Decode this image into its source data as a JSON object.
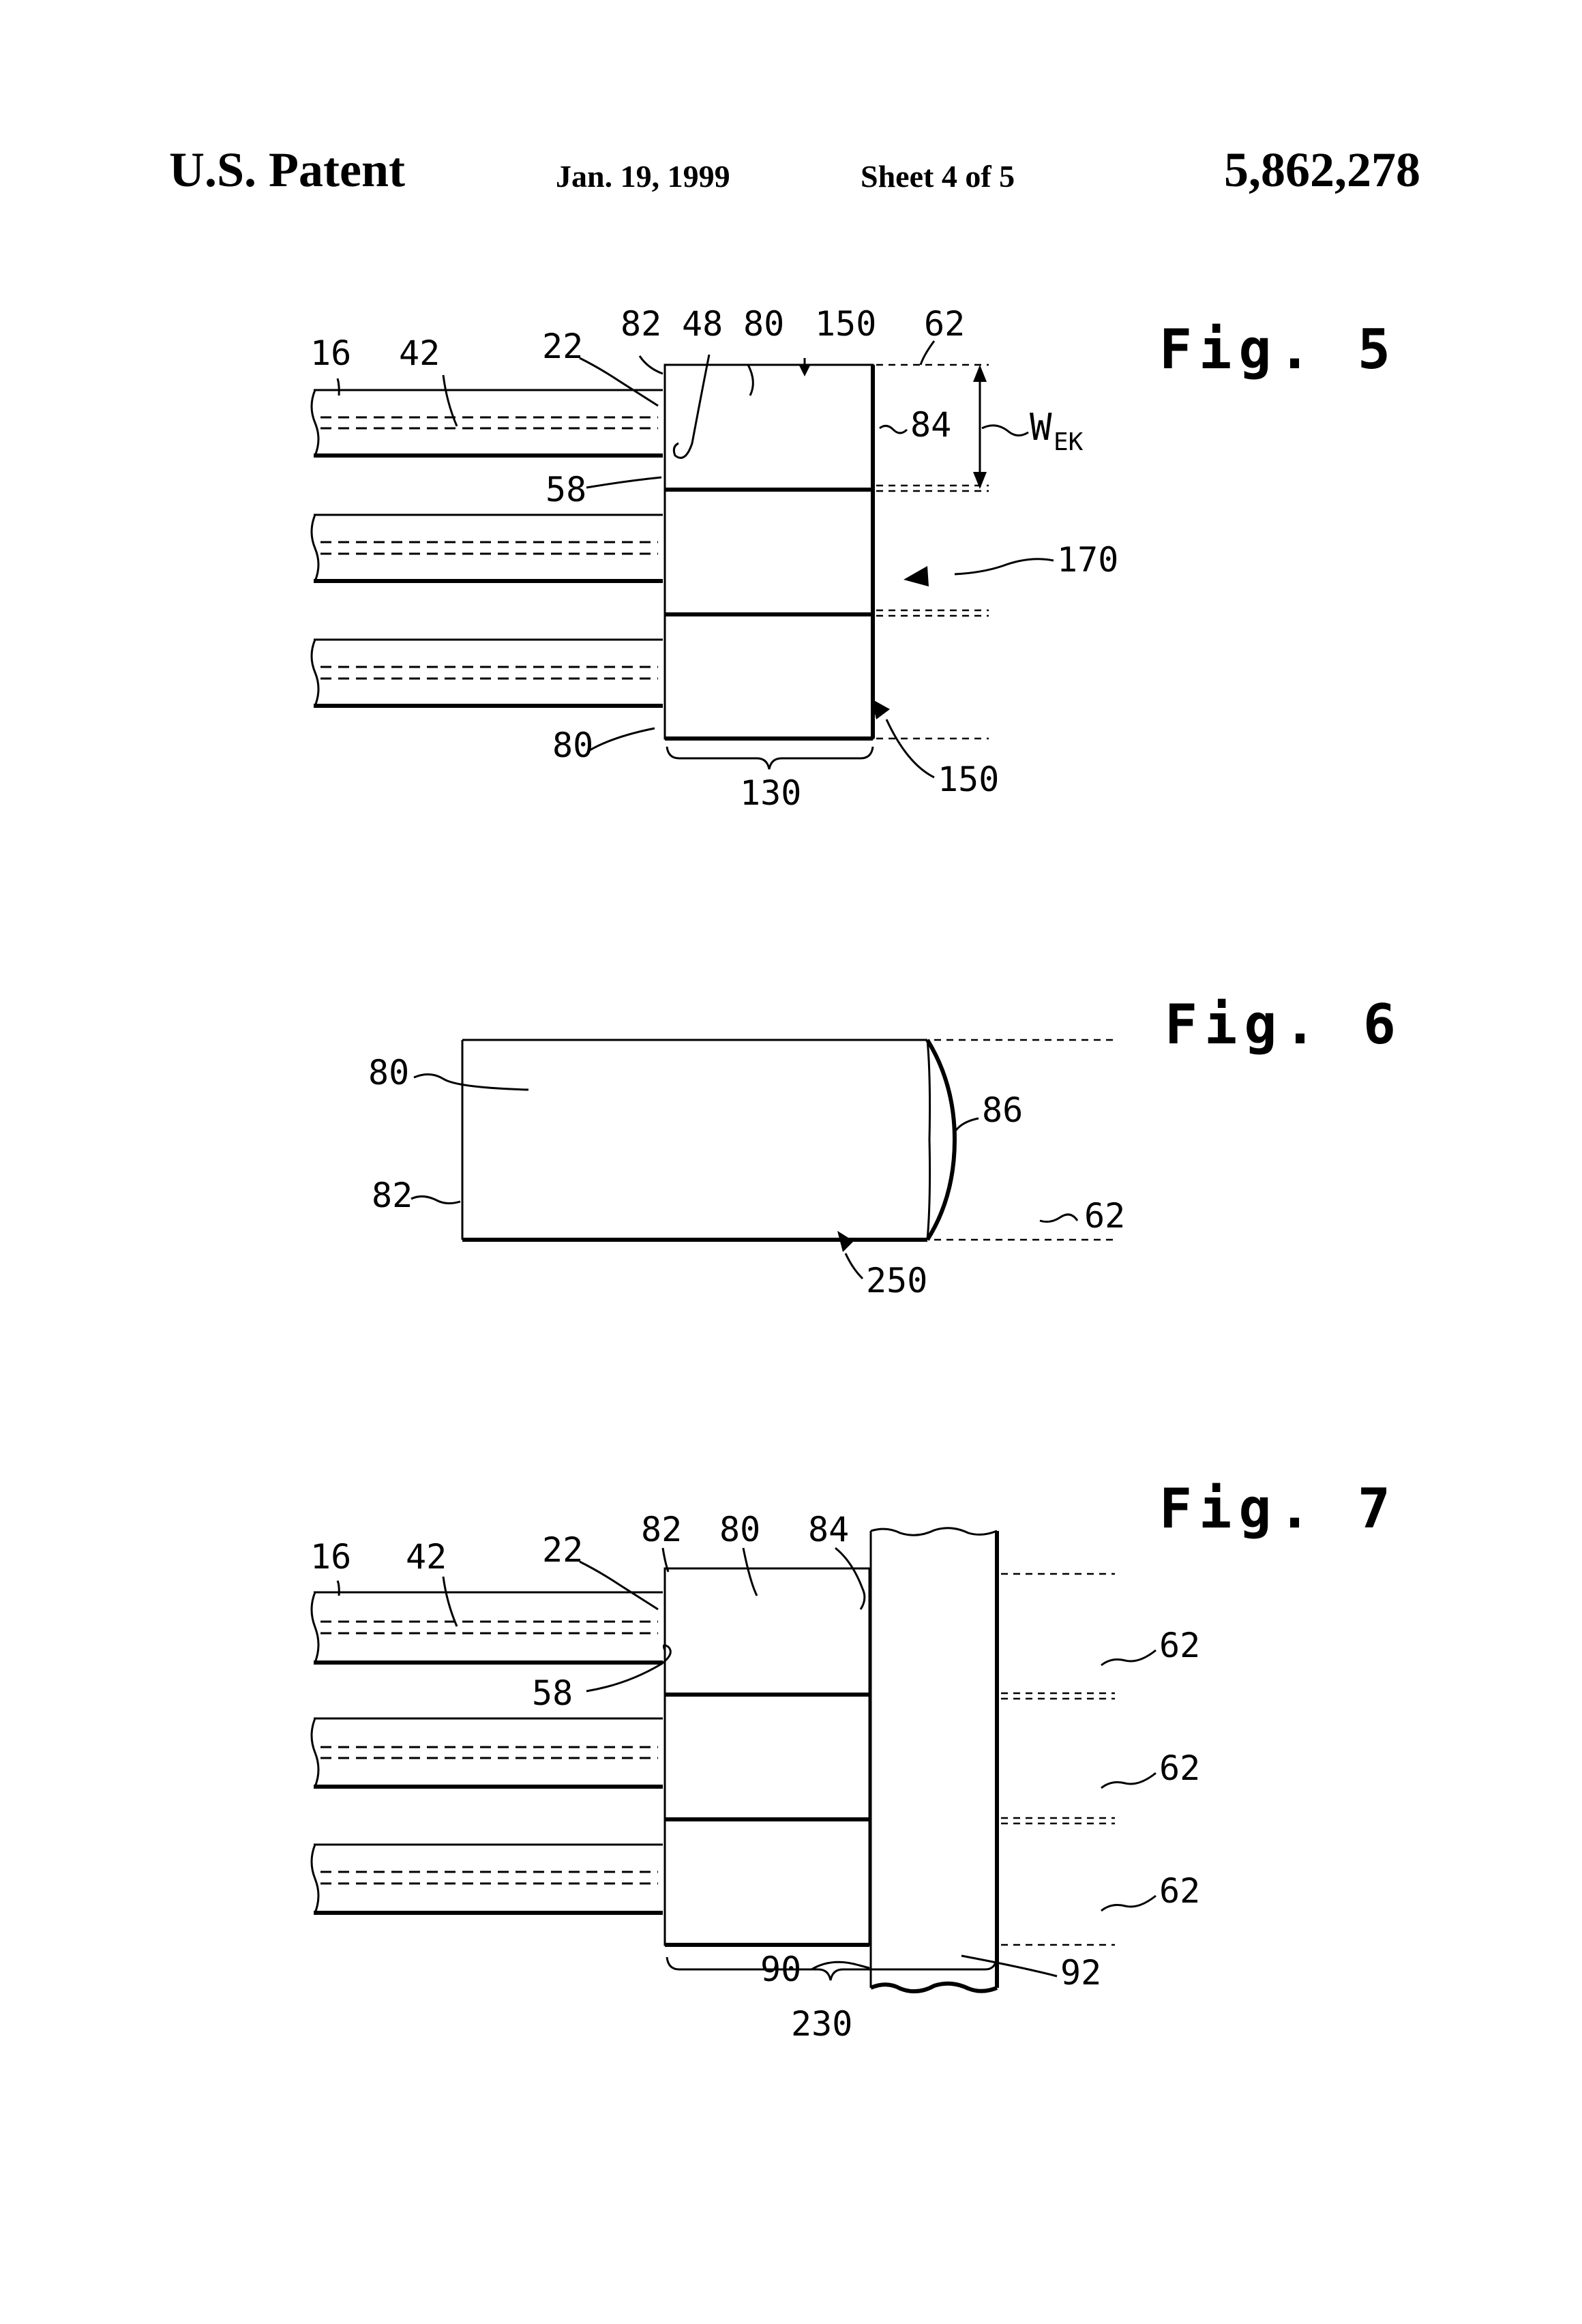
{
  "header": {
    "left": "U.S. Patent",
    "date": "Jan. 19, 1999",
    "sheet": "Sheet 4 of 5",
    "number": "5,862,278"
  },
  "fig5": {
    "title": "Fig. 5",
    "labels": {
      "l16": "16",
      "l42": "42",
      "l22": "22",
      "l82": "82",
      "l48": "48",
      "l80a": "80",
      "l150a": "150",
      "l62": "62",
      "l84": "84",
      "wek_main": "W",
      "wek_sub": "EK",
      "l58": "58",
      "l170": "170",
      "l80b": "80",
      "l130": "130",
      "l150b": "150"
    }
  },
  "fig6": {
    "title": "Fig. 6",
    "labels": {
      "l80": "80",
      "l82": "82",
      "l86": "86",
      "l62": "62",
      "l250": "250"
    }
  },
  "fig7": {
    "title": "Fig. 7",
    "labels": {
      "l82": "82",
      "l80": "80",
      "l84": "84",
      "l16": "16",
      "l42": "42",
      "l22": "22",
      "l58": "58",
      "l62a": "62",
      "l62b": "62",
      "l62c": "62",
      "l90": "90",
      "l92": "92",
      "l230": "230"
    }
  }
}
